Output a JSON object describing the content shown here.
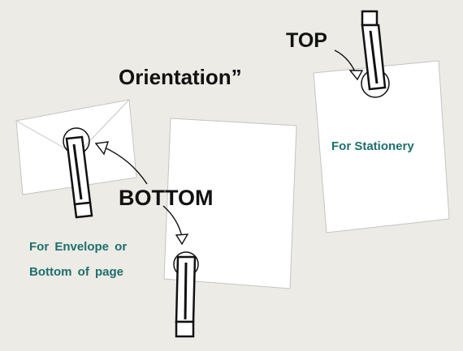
{
  "labels": {
    "title": "Orientation”",
    "top": "TOP",
    "bottom": "BOTTOM",
    "stationery": "For Stationery",
    "envelope_line1": "For  Envelope  or",
    "envelope_line2": "Bottom of page"
  },
  "colors": {
    "background": "#ecebe6",
    "paper": "#ffffff",
    "outline": "#c8c8c8",
    "ink": "#111111",
    "note": "#1d6f6c"
  },
  "icons": [
    "envelope-icon",
    "paper-sheet-icon",
    "clip-icon",
    "arrow-icon"
  ]
}
